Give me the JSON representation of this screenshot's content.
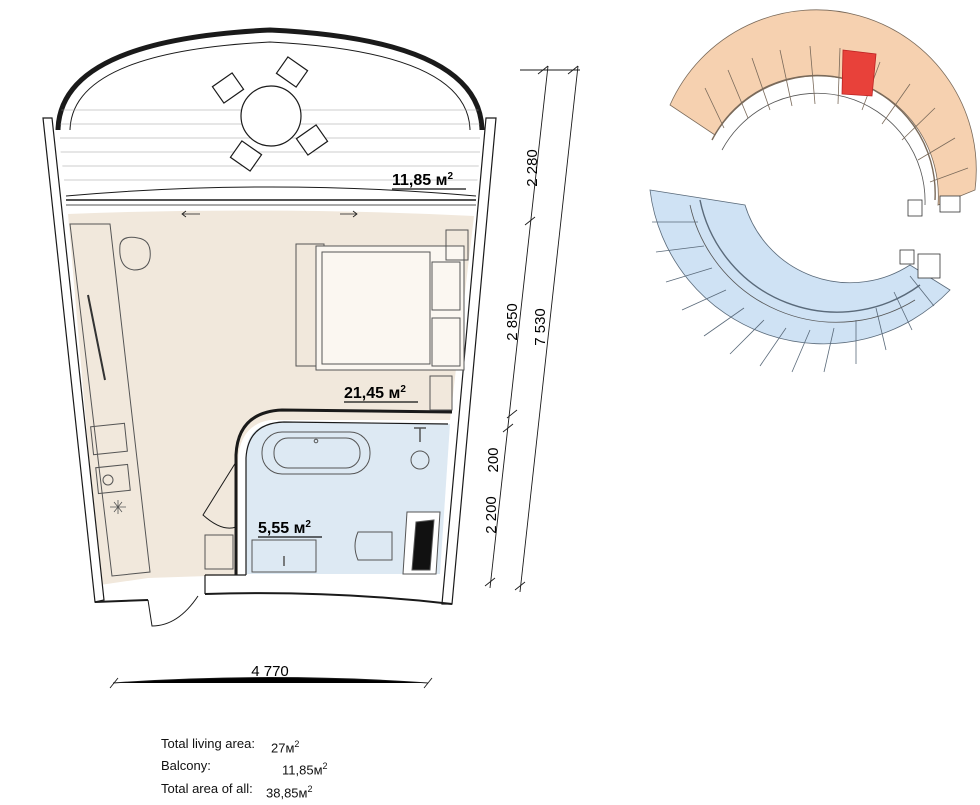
{
  "colors": {
    "living": "#f1e8dc",
    "bathroom": "#dde9f3",
    "wall": "#1a1a1a",
    "highlight": "#e8413a",
    "block_orange": "#f6d1b0",
    "block_blue": "#cfe2f4"
  },
  "rooms": {
    "balcony": {
      "area": "11,85 м",
      "sup": "2"
    },
    "living": {
      "area": "21,45 м",
      "sup": "2"
    },
    "bathroom": {
      "area": "5,55 м",
      "sup": "2"
    }
  },
  "dimensions": {
    "balcony_depth": "2 280",
    "living_depth": "2 850",
    "total_depth": "7 530",
    "gap": "200",
    "bath_depth": "2 200",
    "width": "4 770"
  },
  "summary": {
    "living": {
      "label": "Total living area:",
      "value": "27м",
      "sup": "2"
    },
    "balcony": {
      "label": "Balcony:",
      "value": "11,85м",
      "sup": "2"
    },
    "total": {
      "label": "Total area of all:",
      "value": "38,85м",
      "sup": "2"
    }
  }
}
